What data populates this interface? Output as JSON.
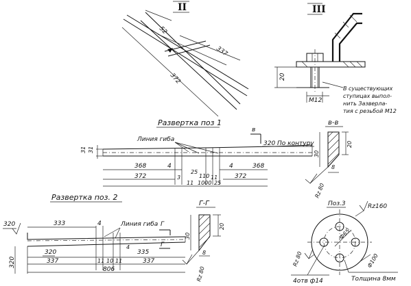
{
  "views": {
    "view_II": {
      "label": "II",
      "dims": [
        "52",
        "337",
        "372"
      ]
    },
    "view_III": {
      "label": "III",
      "dims": [
        "20",
        "M12"
      ],
      "note": [
        "В существующих",
        "ступицах выпол-",
        "нить Зазверла-",
        "тия с резьбой М12"
      ]
    },
    "razvertka_1": {
      "title": "Развертка поз 1",
      "bend_line": "Линия гиба",
      "dims_top": [
        "368",
        "4",
        "4",
        "368"
      ],
      "dims_mid": [
        "25",
        "110",
        "11",
        "3"
      ],
      "dims_bot": [
        "372",
        "11",
        "1000",
        "25",
        "372"
      ],
      "dims_side": [
        "31",
        "31"
      ],
      "small": "31"
    },
    "section_BB": {
      "label": "в-в",
      "marker": "в",
      "contour_note": "320 По контуру",
      "dims": [
        "20",
        "30",
        "8"
      ],
      "rz": "Rz 80"
    },
    "razvertka_2": {
      "title": "Развертка поз. 2",
      "bend_line": "Линия гиба",
      "dims_top": [
        "333",
        "4"
      ],
      "dims_mid": [
        "320",
        "4",
        "335"
      ],
      "dims_bot": [
        "337",
        "11",
        "10",
        "11",
        "337"
      ],
      "total": "806",
      "roughness": [
        "320",
        "320"
      ],
      "section_marker": "Г"
    },
    "section_GG": {
      "label": "Г-Г",
      "dims": [
        "20",
        "30",
        "8"
      ],
      "rz": "Rz 80"
    },
    "pos3": {
      "label": "Поз.3",
      "rz_top": "Rz160",
      "rz_left": "Rz 80",
      "diameter_outer": "Ф100",
      "diameter_bolt_circle": "Ф65",
      "holes": "4отв ф14",
      "thickness": "Толщина 8мм"
    }
  }
}
